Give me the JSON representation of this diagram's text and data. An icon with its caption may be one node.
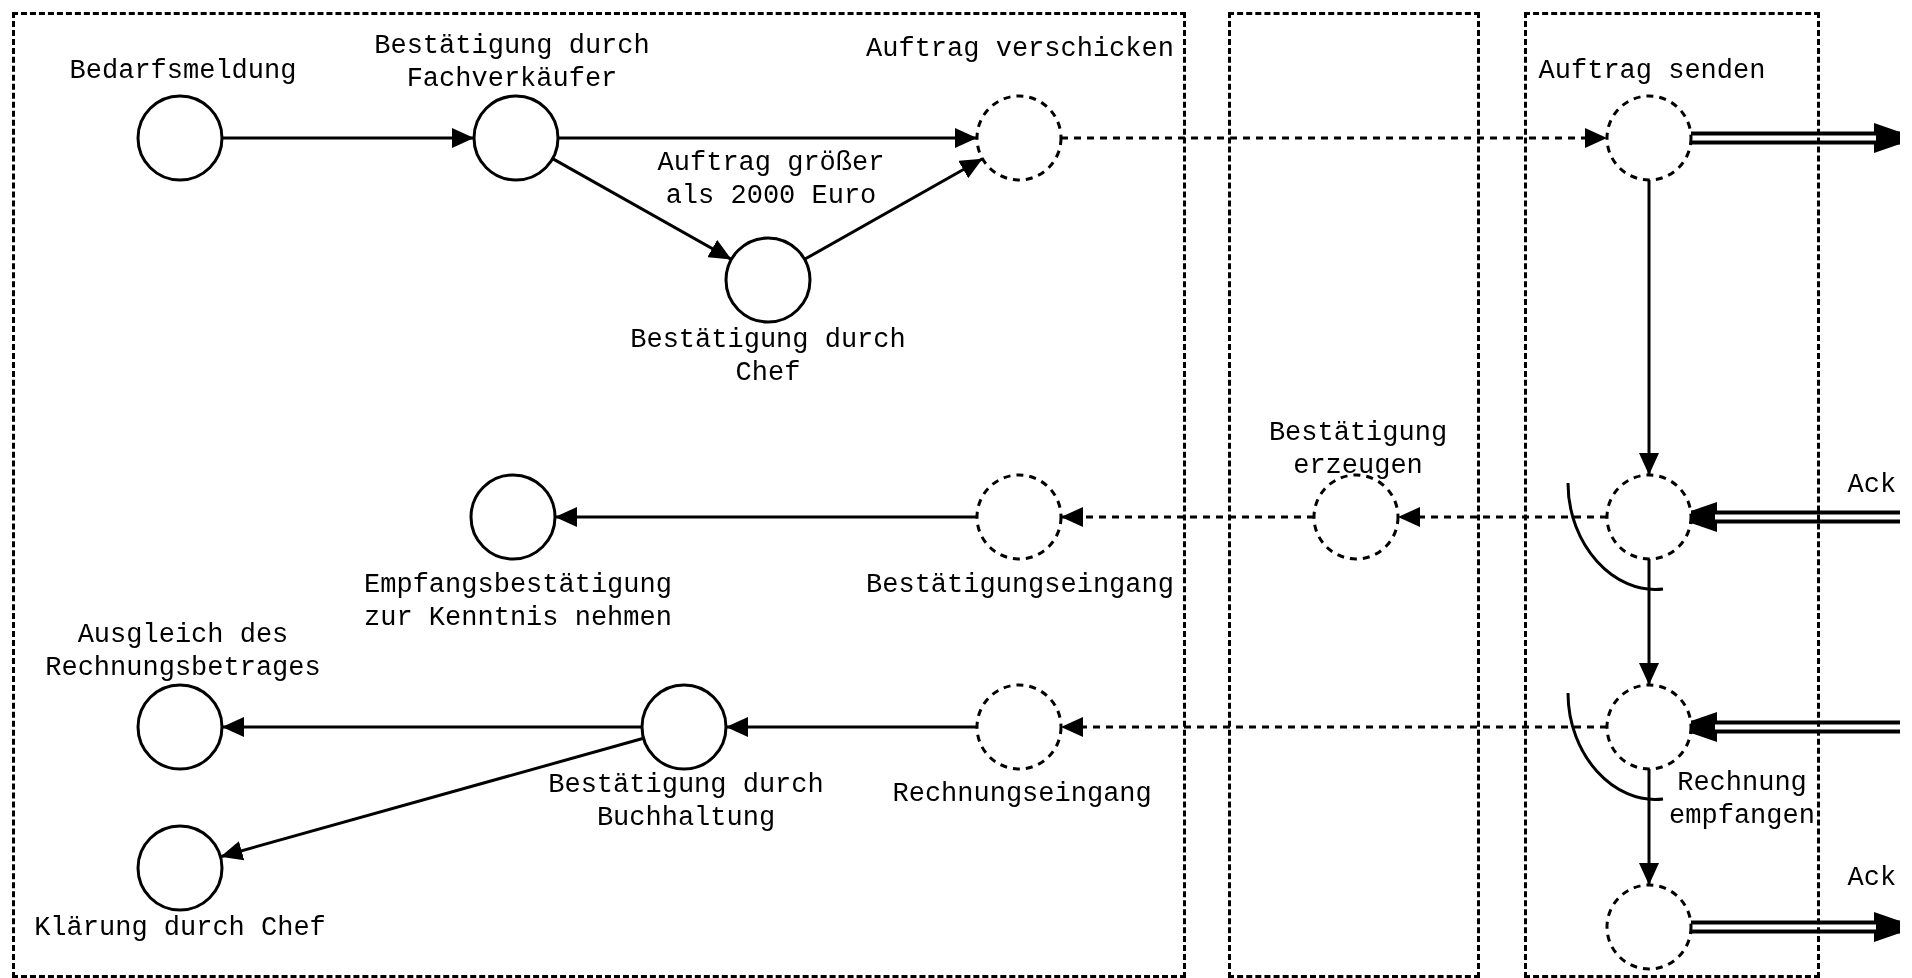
{
  "diagram": {
    "nodes": [
      {
        "text": [],
        "shape": "box"
      },
      {
        "text": [
          "Bedarfsmeldung"
        ],
        "in": 0
      },
      {
        "text": [
          "Bestätigung durch Fachverkäufer"
        ],
        "in": 0
      },
      {
        "text": [
          "Auftrag verschicken"
        ],
        "in": 0
      },
      {
        "text": [
          "Bestätigung durch Chef"
        ],
        "in": 0
      },
      {
        "text": [
          "Empfangsbestätigung zur Kenntnis nehmen"
        ],
        "in": 0
      },
      {
        "text": [
          "Bestätigungseingang"
        ],
        "in": 0
      },
      {
        "text": [
          "Ausgleich des Rechnungsbetrages"
        ],
        "in": 0
      },
      {
        "text": [
          "Bestätigung durch Buchhaltung"
        ],
        "in": 0
      },
      {
        "text": [
          "Rechnungseingang"
        ],
        "in": 0
      },
      {
        "text": [
          "Klärung durch Chef"
        ],
        "in": 0
      },
      {
        "text": [],
        "shape": "box"
      },
      {
        "text": [
          "Bestätigung erzeugen"
        ],
        "in": 11
      },
      {
        "text": [],
        "shape": "box"
      },
      {
        "text": [
          "Auftrag senden"
        ],
        "in": 13
      },
      {
        "text": [],
        "shape": "circle",
        "in": 13
      },
      {
        "text": [
          "Rechnung empfangen"
        ],
        "in": 13
      },
      {
        "text": [],
        "shape": "circle",
        "in": 13
      }
    ],
    "edges": [
      {
        "from": 1,
        "to": 2,
        "arrow": "to"
      },
      {
        "from": 2,
        "to": 3,
        "arrow": "to"
      },
      {
        "from": 2,
        "to": 4,
        "arrow": "to",
        "label": "Auftrag größer als 2000 Euro"
      },
      {
        "from": 4,
        "to": 3,
        "arrow": "to"
      },
      {
        "from": 3,
        "to": 14,
        "arrow": "to",
        "style": "dashed"
      },
      {
        "from": 14,
        "to": null,
        "arrow": "to",
        "style": "thick"
      },
      {
        "from": 14,
        "to": 15,
        "arrow": "to"
      },
      {
        "from": null,
        "to": 15,
        "arrow": "to",
        "style": "thick",
        "label": "Ack"
      },
      {
        "from": 15,
        "to": 12,
        "arrow": "to",
        "style": "dashed"
      },
      {
        "from": 12,
        "to": 6,
        "arrow": "to",
        "style": "dashed"
      },
      {
        "from": 6,
        "to": 5,
        "arrow": "to"
      },
      {
        "from": 15,
        "to": 16,
        "arrow": "to"
      },
      {
        "from": null,
        "to": 16,
        "arrow": "to",
        "style": "thick"
      },
      {
        "from": 16,
        "to": 9,
        "arrow": "to",
        "style": "dashed"
      },
      {
        "from": 9,
        "to": 8,
        "arrow": "to"
      },
      {
        "from": 8,
        "to": 7,
        "arrow": "to"
      },
      {
        "from": 8,
        "to": 10,
        "arrow": "to"
      },
      {
        "from": 16,
        "to": 17,
        "arrow": "to"
      },
      {
        "from": 17,
        "to": null,
        "arrow": "to",
        "style": "thick",
        "label": "Ack"
      }
    ]
  }
}
